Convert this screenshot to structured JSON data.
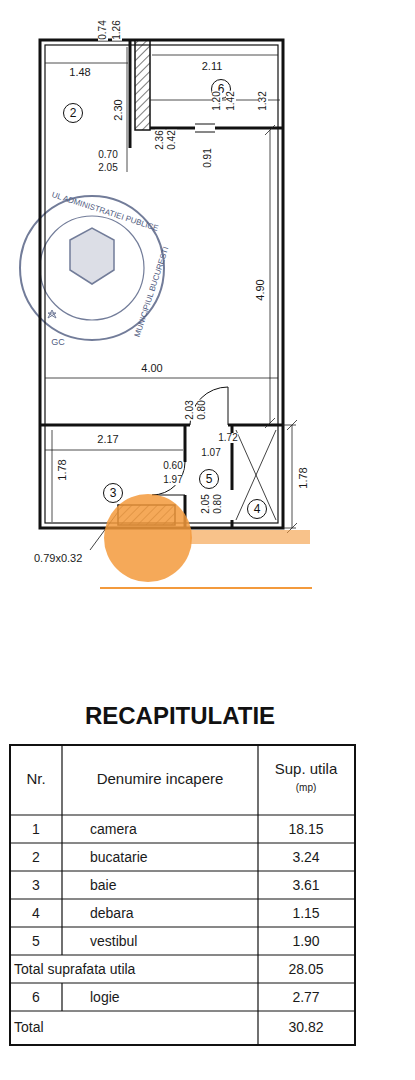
{
  "diagram": {
    "title": "RECAPITULATIE",
    "nodes": [
      {
        "text": [
          "2"
        ]
      },
      {
        "text": [
          "6"
        ]
      },
      {
        "text": [
          "3"
        ]
      },
      {
        "text": [
          "5"
        ]
      },
      {
        "text": [
          "4"
        ]
      }
    ],
    "labels": [
      "0.74",
      "1.26",
      "1.48",
      "2.11",
      "2.30",
      "1.32",
      "1.42",
      "1.20",
      "2.36",
      "0.42",
      "0.70",
      "2.05",
      "0.91",
      "4.90",
      "4.00",
      "0.80",
      "2.03",
      "1.72",
      "1.07",
      "2.17",
      "1.78",
      "0.60",
      "1.97",
      "0.80",
      "2.05",
      "1.78",
      "0.79x0.32",
      "UL ADMINISTRATIEI PUBLICE",
      "MUNICIPIUL BUCURESTI",
      "GC",
      "Nr.",
      "Denumire incapere",
      "Sup. utila",
      "(mp)",
      "1",
      "camera",
      "18.15",
      "2",
      "bucatarie",
      "3.24",
      "3",
      "baie",
      "3.61",
      "4",
      "debara",
      "1.15",
      "5",
      "vestibul",
      "1.90",
      "Total suprafata utila",
      "28.05",
      "6",
      "logie",
      "2.77",
      "Total",
      "30.82"
    ]
  }
}
